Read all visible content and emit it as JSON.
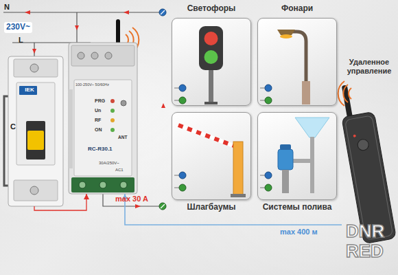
{
  "diagram": {
    "nodes": [
      {
        "text": [
          "IEK",
          "C"
        ]
      },
      {
        "text": [
          "100-250V~ 50/60Hz",
          "PRG",
          "Un",
          "RF",
          "ON",
          "ANT",
          "RC-R30.1",
          "30A/250V~",
          "AC1"
        ]
      },
      {
        "text": [
          "Светофоры"
        ]
      },
      {
        "text": [
          "Фонари"
        ]
      },
      {
        "text": [
          "Удаленное управление"
        ]
      },
      {
        "text": [
          "Шлагбаумы"
        ]
      },
      {
        "text": [
          "Системы полива"
        ]
      }
    ],
    "edges": [
      {
        "from": 0,
        "to": 1,
        "arrow": "to"
      },
      {
        "from": 4,
        "to": 1,
        "arrow": "to",
        "label": "max 400 м"
      }
    ],
    "labels": [
      "N",
      "230V~",
      "L",
      "max 30 A",
      "DNR RED"
    ]
  }
}
